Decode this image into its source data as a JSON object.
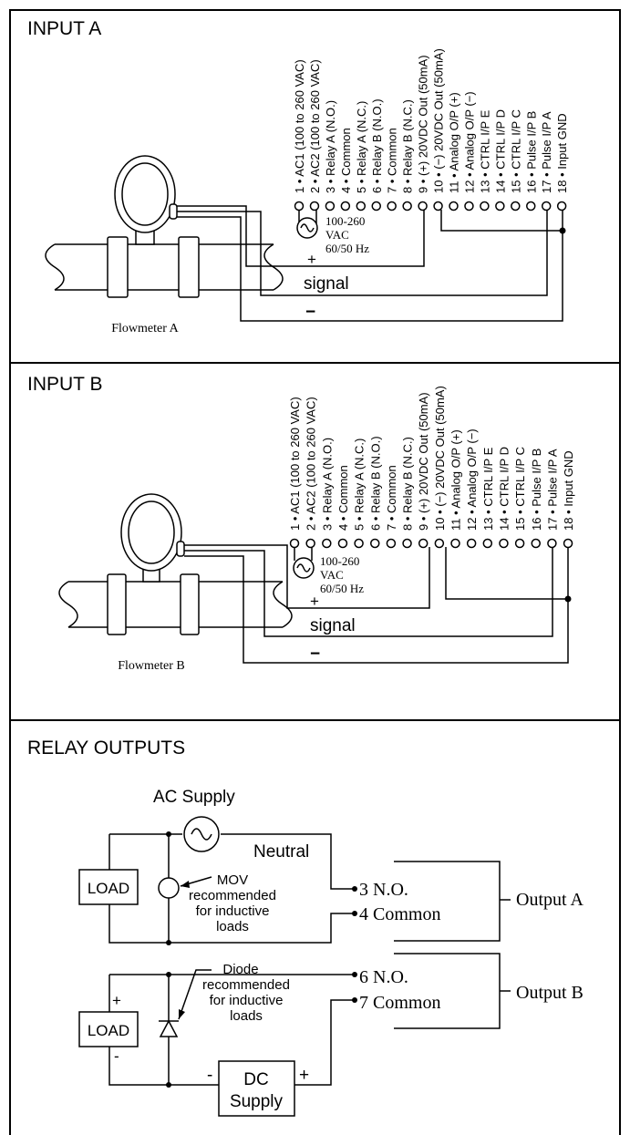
{
  "panels": {
    "input_a": {
      "title": "INPUT A",
      "flowmeter_label": "Flowmeter A",
      "supply_label_1": "100-260",
      "supply_label_2": "VAC",
      "supply_label_3": "60/50 Hz",
      "plus_label": "+",
      "signal_label": "signal",
      "minus_label": "−"
    },
    "input_b": {
      "title": "INPUT B",
      "flowmeter_label": "Flowmeter B",
      "supply_label_1": "100-260",
      "supply_label_2": "VAC",
      "supply_label_3": "60/50 Hz",
      "plus_label": "+",
      "signal_label": "signal",
      "minus_label": "−"
    },
    "relay_outputs": {
      "title": "RELAY OUTPUTS",
      "ac_supply_label": "AC Supply",
      "neutral_label": "Neutral",
      "load_label": "LOAD",
      "mov_note": [
        "MOV",
        "recommended",
        "for inductive",
        "loads"
      ],
      "diode_note": [
        "Diode",
        "recommended",
        "for inductive",
        "loads"
      ],
      "terminal_3": "3 N.O.",
      "terminal_4": "4 Common",
      "terminal_6": "6 N.O.",
      "terminal_7": "7 Common",
      "output_a": "Output A",
      "output_b": "Output B",
      "dc_supply_line1": "DC",
      "dc_supply_line2": "Supply",
      "dc_minus": "-",
      "dc_plus": "+",
      "load_plus": "+",
      "load_minus": "-"
    }
  },
  "terminals": [
    "1 • AC1 (100 to 260 VAC)",
    "2 • AC2 (100 to 260 VAC)",
    "3 • Relay A (N.O.)",
    "4 • Common",
    "5 • Relay A (N.C.)",
    "6 • Relay B (N.O.)",
    "7 • Common",
    "8 • Relay B (N.C.)",
    "9 • (+) 20VDC Out (50mA)",
    "10 • (−) 20VDC Out (50mA)",
    "11 • Analog O/P (+)",
    "12 • Analog O/P (−)",
    "13 • CTRL I/P E",
    "14 • CTRL I/P D",
    "15 • CTRL I/P C",
    "16 • Pulse I/P B",
    "17 • Pulse I/P A",
    "18 • Input GND"
  ]
}
